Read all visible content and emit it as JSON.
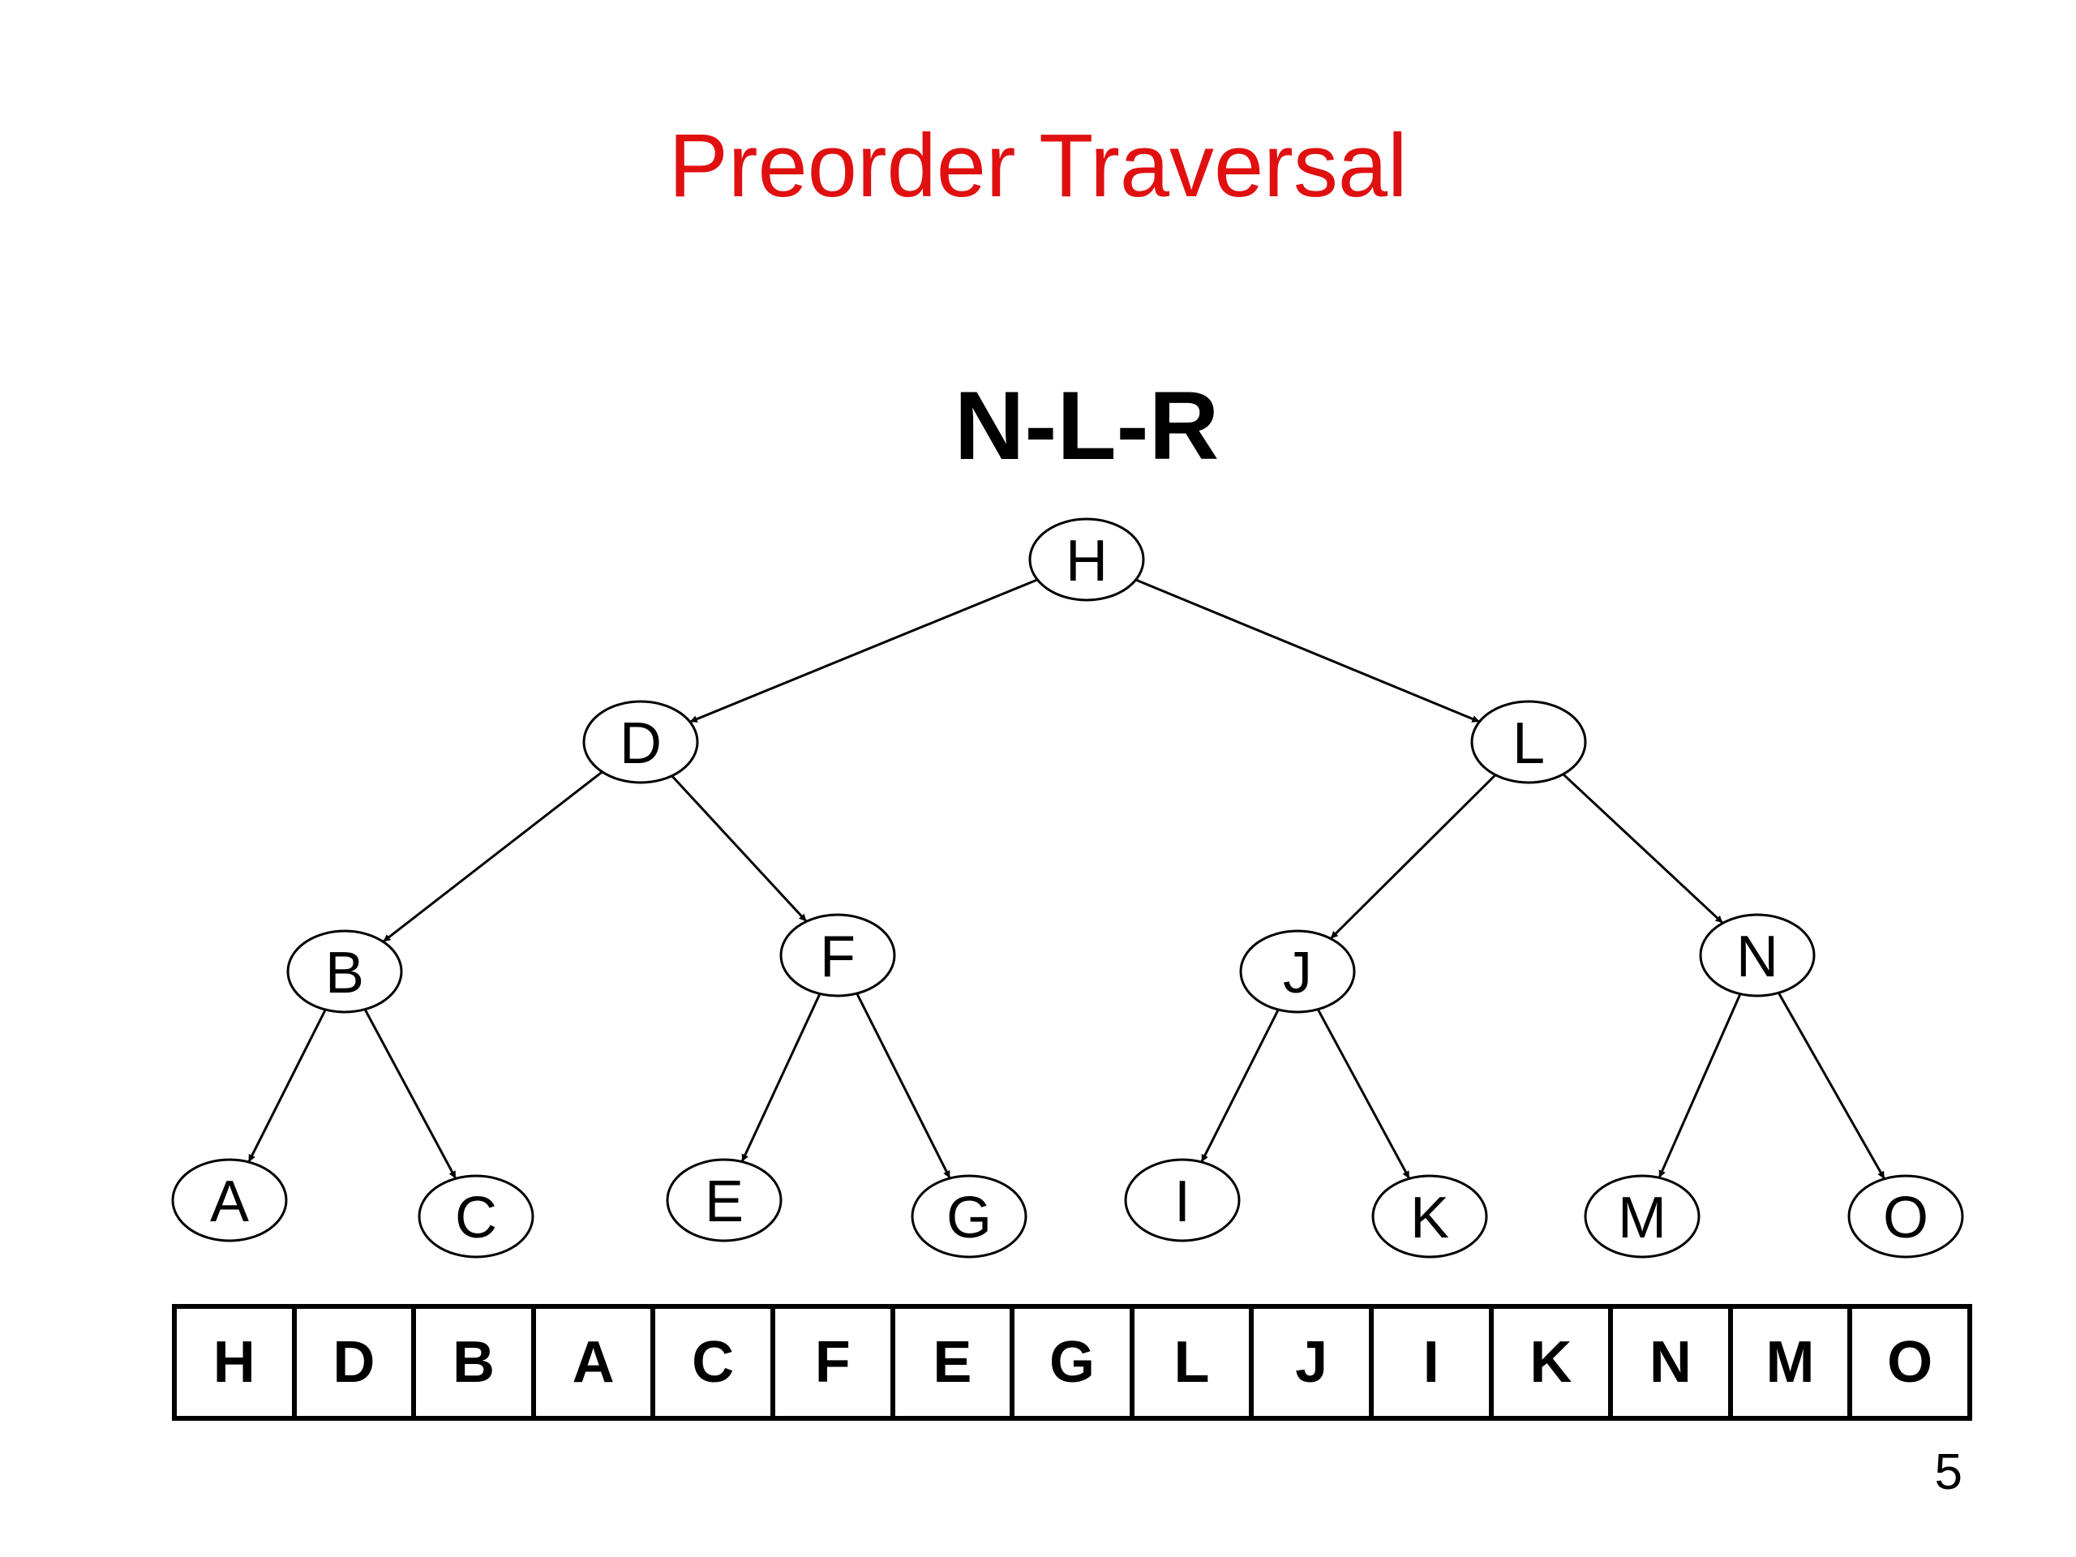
{
  "title": "Preorder Traversal",
  "subtitle": "N-L-R",
  "colors": {
    "title": "#e01010",
    "stroke": "#000000",
    "background": "#ffffff"
  },
  "tree": {
    "nodes": [
      "H",
      "D",
      "L",
      "B",
      "F",
      "J",
      "N",
      "A",
      "C",
      "E",
      "G",
      "I",
      "K",
      "M",
      "O"
    ],
    "edges": [
      [
        "H",
        "D"
      ],
      [
        "H",
        "L"
      ],
      [
        "D",
        "B"
      ],
      [
        "D",
        "F"
      ],
      [
        "L",
        "J"
      ],
      [
        "L",
        "N"
      ],
      [
        "B",
        "A"
      ],
      [
        "B",
        "C"
      ],
      [
        "F",
        "E"
      ],
      [
        "F",
        "G"
      ],
      [
        "J",
        "I"
      ],
      [
        "J",
        "K"
      ],
      [
        "N",
        "M"
      ],
      [
        "N",
        "O"
      ]
    ]
  },
  "sequence": [
    "H",
    "D",
    "B",
    "A",
    "C",
    "F",
    "E",
    "G",
    "L",
    "J",
    "I",
    "K",
    "N",
    "M",
    "O"
  ],
  "page_number": "5"
}
